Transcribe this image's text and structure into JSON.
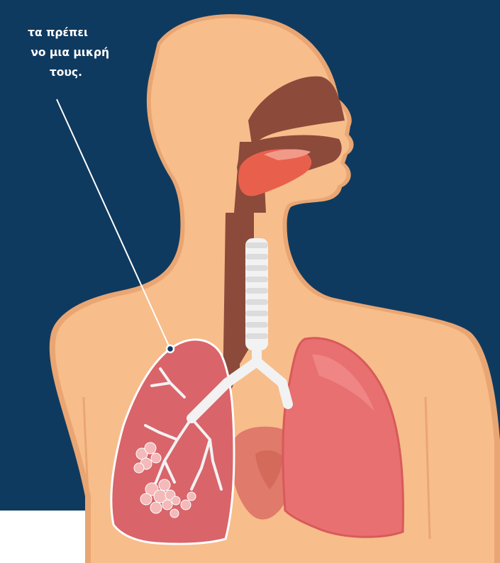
{
  "callout": {
    "lines": [
      "τα πρέπει",
      "νο μια μικρή",
      "τους."
    ]
  },
  "colors": {
    "background": "#0f3a5f",
    "skin": "#f7bd8b",
    "skin_shadow": "#e9a673",
    "airway": "#8b4a3a",
    "tongue": "#e8604c",
    "lung_left": "#d9646a",
    "lung_right": "#e87070",
    "heart": "#e07a6a",
    "trachea": "#ffffff",
    "callout_line": "#ffffff"
  }
}
